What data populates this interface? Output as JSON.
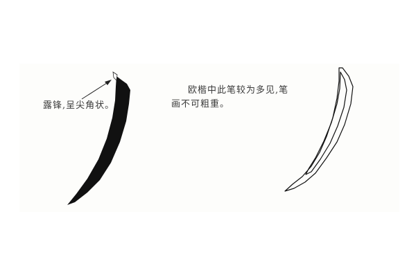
{
  "left_note": {
    "text": "露锋,呈尖角状。"
  },
  "right_note": {
    "line1": "欧楷中此笔较为多见,笔",
    "line2": "画不可粗重。"
  },
  "colors": {
    "ink": "#111111",
    "text": "#3a3a3a",
    "paper": "#fdfdfb"
  },
  "icons": {
    "arrow": "pointer-arrow-icon",
    "filled_stroke": "filled-pie-stroke",
    "outline_stroke": "outline-pie-stroke"
  }
}
